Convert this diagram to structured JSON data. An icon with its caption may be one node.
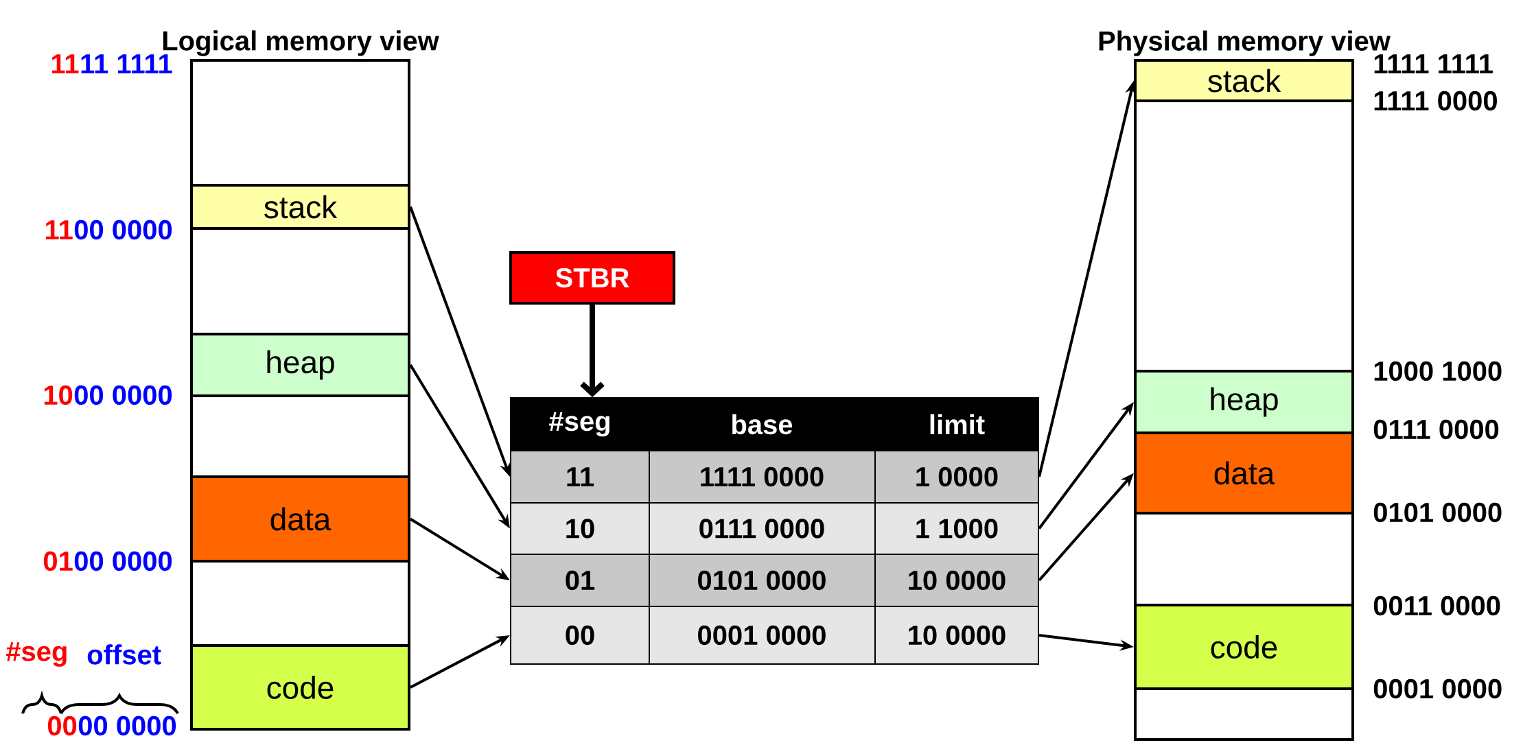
{
  "diagram": {
    "nodes": [
      {
        "text": [
          "Logical memory view"
        ]
      },
      {
        "text": [
          "stack"
        ],
        "in": 0
      },
      {
        "text": [
          "heap"
        ],
        "in": 0
      },
      {
        "text": [
          "data"
        ],
        "in": 0
      },
      {
        "text": [
          "code"
        ],
        "in": 0
      },
      {
        "text": [
          "STBR"
        ]
      },
      {
        "text": [
          "#seg",
          "base",
          "limit"
        ]
      },
      {
        "text": [
          "11",
          "1111 0000",
          "1 0000"
        ]
      },
      {
        "text": [
          "10",
          "0111 0000",
          "1 1000"
        ]
      },
      {
        "text": [
          "01",
          "0101 0000",
          "10 0000"
        ]
      },
      {
        "text": [
          "00",
          "0001 0000",
          "10 0000"
        ]
      },
      {
        "text": [
          "Physical memory view"
        ]
      },
      {
        "text": [
          "stack"
        ],
        "in": 11
      },
      {
        "text": [
          "heap"
        ],
        "in": 11
      },
      {
        "text": [
          "data"
        ],
        "in": 11
      },
      {
        "text": [
          "code"
        ],
        "in": 11
      }
    ],
    "edges": [
      {
        "from": 5,
        "to": 6,
        "arrow": "to",
        "style": "thick"
      },
      {
        "from": 1,
        "to": 7,
        "arrow": "to"
      },
      {
        "from": 2,
        "to": 8,
        "arrow": "to"
      },
      {
        "from": 3,
        "to": 9,
        "arrow": "to"
      },
      {
        "from": 4,
        "to": 10,
        "arrow": "to"
      },
      {
        "from": 7,
        "to": 12,
        "arrow": "to"
      },
      {
        "from": 8,
        "to": 13,
        "arrow": "to"
      },
      {
        "from": 9,
        "to": 14,
        "arrow": "to"
      },
      {
        "from": 10,
        "to": 15,
        "arrow": "to"
      }
    ],
    "labels": [
      "11",
      "11 1111",
      "11",
      "00 0000",
      "10",
      "00 0000",
      "01",
      "00 0000",
      "#seg",
      "offset",
      "00",
      "00 0000",
      "1111 1111",
      "1111 0000",
      "1000 1000",
      "0111 0000",
      "0101 0000",
      "0011 0000",
      "0001 0000"
    ]
  }
}
